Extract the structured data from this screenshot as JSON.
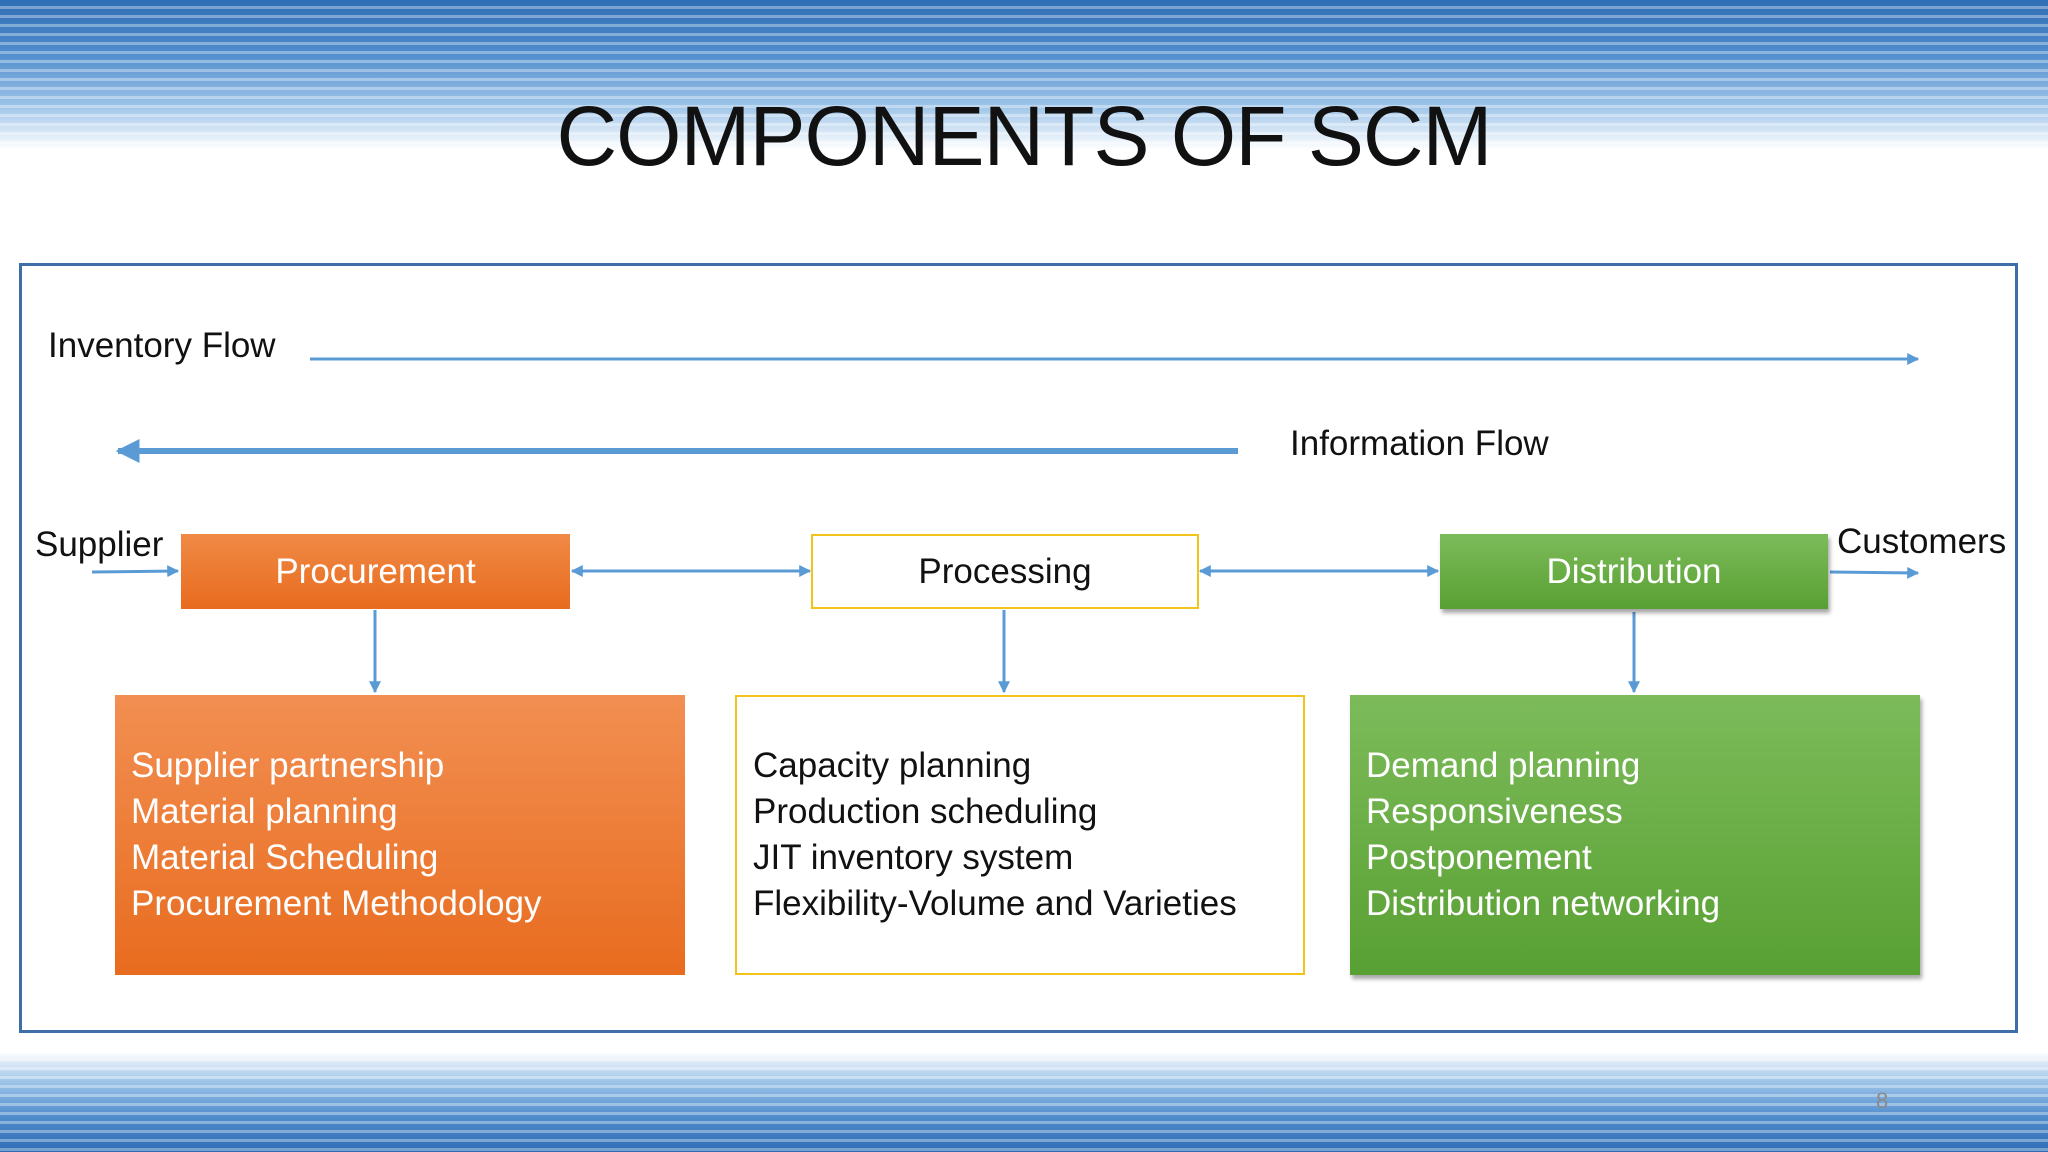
{
  "slide": {
    "title": "COMPONENTS OF SCM",
    "page_number": "8"
  },
  "flows": {
    "inventory": "Inventory Flow",
    "information": "Information Flow"
  },
  "ends": {
    "supplier": "Supplier",
    "customers": "Customers"
  },
  "stages": [
    {
      "label": "Procurement",
      "items": [
        "Supplier partnership",
        "Material planning",
        "Material Scheduling",
        "Procurement Methodology"
      ]
    },
    {
      "label": "Processing",
      "items": [
        "Capacity planning",
        "Production scheduling",
        "JIT inventory system",
        "Flexibility-Volume and Varieties"
      ]
    },
    {
      "label": "Distribution",
      "items": [
        "Demand planning",
        "Responsiveness",
        "Postponement",
        "Distribution networking"
      ]
    }
  ],
  "colors": {
    "procurement": "#ed7d31",
    "processing_border": "#f2c31a",
    "distribution": "#70ad47",
    "arrow": "#5b9bd5",
    "frame": "#3e6ea8"
  }
}
